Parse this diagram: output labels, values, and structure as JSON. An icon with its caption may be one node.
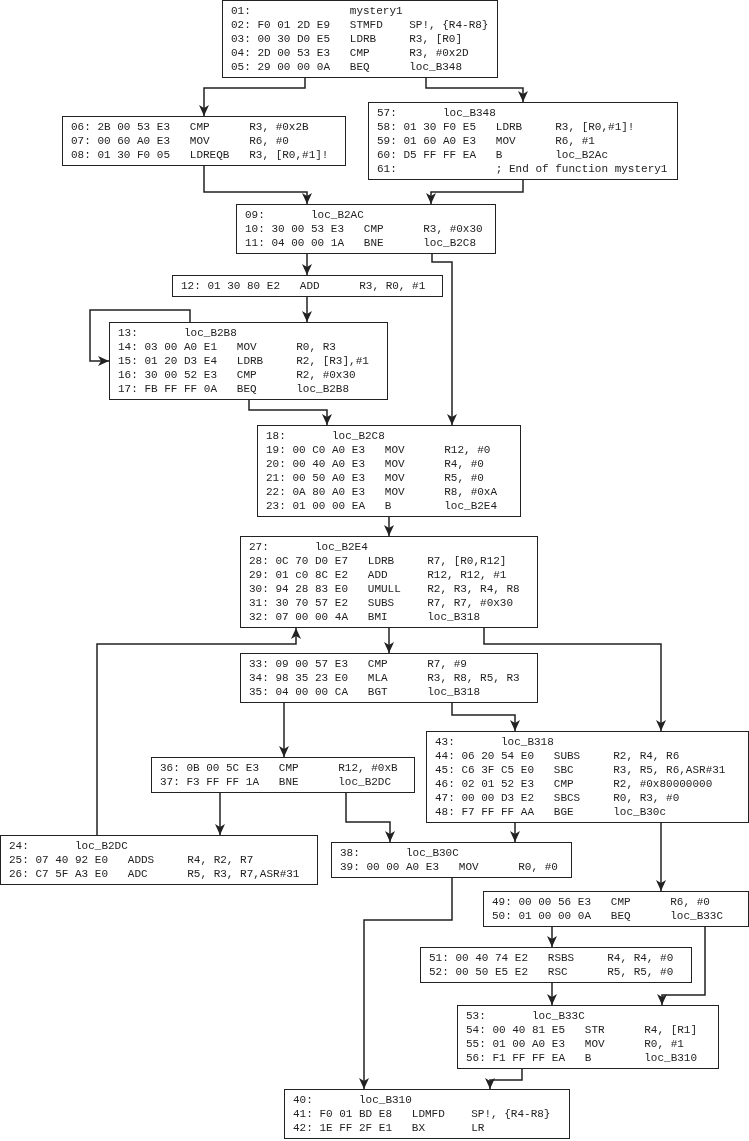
{
  "diagram": {
    "nodes": [
      {
        "text": [
          "01:               mystery1",
          "02: F0 01 2D E9   STMFD    SP!, {R4-R8}",
          "03: 00 30 D0 E5   LDRB     R3, [R0]",
          "04: 2D 00 53 E3   CMP      R3, #0x2D",
          "05: 29 00 00 0A   BEQ      loc_B348"
        ]
      },
      {
        "text": [
          "06: 2B 00 53 E3   CMP      R3, #0x2B",
          "07: 00 60 A0 E3   MOV      R6, #0",
          "08: 01 30 F0 05   LDREQB   R3, [R0,#1]!"
        ]
      },
      {
        "text": [
          "57:       loc_B348",
          "58: 01 30 F0 E5   LDRB     R3, [R0,#1]!",
          "59: 01 60 A0 E3   MOV      R6, #1",
          "60: D5 FF FF EA   B        loc_B2Ac",
          "61:               ; End of function mystery1"
        ]
      },
      {
        "text": [
          "09:       loc_B2AC",
          "10: 30 00 53 E3   CMP      R3, #0x30",
          "11: 04 00 00 1A   BNE      loc_B2C8"
        ]
      },
      {
        "text": [
          "12: 01 30 80 E2   ADD      R3, R0, #1"
        ]
      },
      {
        "text": [
          "13:       loc_B2B8",
          "14: 03 00 A0 E1   MOV      R0, R3",
          "15: 01 20 D3 E4   LDRB     R2, [R3],#1",
          "16: 30 00 52 E3   CMP      R2, #0x30",
          "17: FB FF FF 0A   BEQ      loc_B2B8"
        ]
      },
      {
        "text": [
          "18:       loc_B2C8",
          "19: 00 C0 A0 E3   MOV      R12, #0",
          "20: 00 40 A0 E3   MOV      R4, #0",
          "21: 00 50 A0 E3   MOV      R5, #0",
          "22: 0A 80 A0 E3   MOV      R8, #0xA",
          "23: 01 00 00 EA   B        loc_B2E4"
        ]
      },
      {
        "text": [
          "27:       loc_B2E4",
          "28: 0C 70 D0 E7   LDRB     R7, [R0,R12]",
          "29: 01 c0 8C E2   ADD      R12, R12, #1",
          "30: 94 28 83 E0   UMULL    R2, R3, R4, R8",
          "31: 30 70 57 E2   SUBS     R7, R7, #0x30",
          "32: 07 00 00 4A   BMI      loc_B318"
        ]
      },
      {
        "text": [
          "33: 09 00 57 E3   CMP      R7, #9",
          "34: 98 35 23 E0   MLA      R3, R8, R5, R3",
          "35: 04 00 00 CA   BGT      loc_B318"
        ]
      },
      {
        "text": [
          "36: 0B 00 5C E3   CMP      R12, #0xB",
          "37: F3 FF FF 1A   BNE      loc_B2DC"
        ]
      },
      {
        "text": [
          "43:       loc_B318",
          "44: 06 20 54 E0   SUBS     R2, R4, R6",
          "45: C6 3F C5 E0   SBC      R3, R5, R6,ASR#31",
          "46: 02 01 52 E3   CMP      R2, #0x80000000",
          "47: 00 00 D3 E2   SBCS     R0, R3, #0",
          "48: F7 FF FF AA   BGE      loc_B30c"
        ]
      },
      {
        "text": [
          "24:       loc_B2DC",
          "25: 07 40 92 E0   ADDS     R4, R2, R7",
          "26: C7 5F A3 E0   ADC      R5, R3, R7,ASR#31"
        ]
      },
      {
        "text": [
          "38:       loc_B30C",
          "39: 00 00 A0 E3   MOV      R0, #0"
        ]
      },
      {
        "text": [
          "49: 00 00 56 E3   CMP      R6, #0",
          "50: 01 00 00 0A   BEQ      loc_B33C"
        ]
      },
      {
        "text": [
          "51: 00 40 74 E2   RSBS     R4, R4, #0",
          "52: 00 50 E5 E2   RSC      R5, R5, #0"
        ]
      },
      {
        "text": [
          "53:       loc_B33C",
          "54: 00 40 81 E5   STR      R4, [R1]",
          "55: 01 00 A0 E3   MOV      R0, #1",
          "56: F1 FF FF EA   B        loc_B310"
        ]
      },
      {
        "text": [
          "40:       loc_B310",
          "41: F0 01 BD E8   LDMFD    SP!, {R4-R8}",
          "42: 1E FF 2F E1   BX       LR"
        ]
      }
    ],
    "edges": [
      {
        "from": 0,
        "to": 1,
        "arrow": "to"
      },
      {
        "from": 0,
        "to": 2,
        "arrow": "to"
      },
      {
        "from": 1,
        "to": 3,
        "arrow": "to"
      },
      {
        "from": 2,
        "to": 3,
        "arrow": "to"
      },
      {
        "from": 3,
        "to": 4,
        "arrow": "to"
      },
      {
        "from": 3,
        "to": 6,
        "arrow": "to"
      },
      {
        "from": 4,
        "to": 5,
        "arrow": "to"
      },
      {
        "from": 5,
        "to": 5,
        "arrow": "to"
      },
      {
        "from": 5,
        "to": 6,
        "arrow": "to"
      },
      {
        "from": 6,
        "to": 7,
        "arrow": "to"
      },
      {
        "from": 7,
        "to": 8,
        "arrow": "to"
      },
      {
        "from": 7,
        "to": 10,
        "arrow": "to"
      },
      {
        "from": 8,
        "to": 9,
        "arrow": "to"
      },
      {
        "from": 8,
        "to": 10,
        "arrow": "to"
      },
      {
        "from": 9,
        "to": 11,
        "arrow": "to"
      },
      {
        "from": 9,
        "to": 12,
        "arrow": "to"
      },
      {
        "from": 11,
        "to": 7,
        "arrow": "to"
      },
      {
        "from": 10,
        "to": 12,
        "arrow": "to"
      },
      {
        "from": 10,
        "to": 13,
        "arrow": "to"
      },
      {
        "from": 12,
        "to": 16,
        "arrow": "to"
      },
      {
        "from": 13,
        "to": 14,
        "arrow": "to"
      },
      {
        "from": 13,
        "to": 15,
        "arrow": "to"
      },
      {
        "from": 14,
        "to": 15,
        "arrow": "to"
      },
      {
        "from": 15,
        "to": 16,
        "arrow": "to"
      }
    ]
  }
}
